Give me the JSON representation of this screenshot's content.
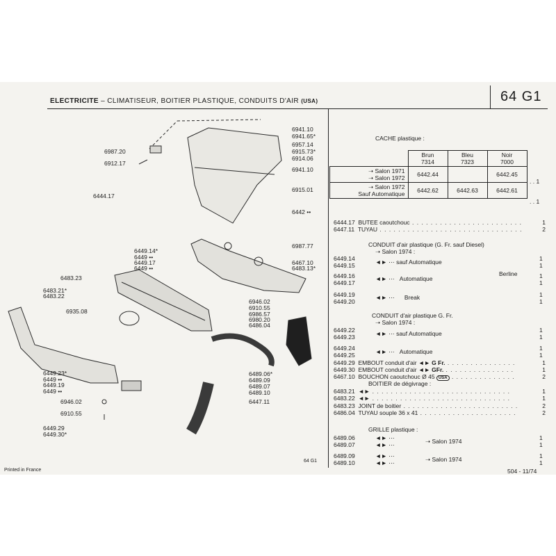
{
  "header": {
    "title_bold": "ELECTRICITE",
    "title_rest": "– CLIMATISEUR, BOITIER PLASTIQUE, CONDUITS D'AIR",
    "title_suffix": "(USA)",
    "code": "64 G1"
  },
  "diagram_labels": {
    "p6941_10": "6941.10",
    "p6941_65": "6941.65*",
    "p6957_14": "6957.14",
    "p6915_73": "6915.73*",
    "p6914_06": "6914.06",
    "p6941_10b": "6941.10",
    "p6915_01": "6915.01",
    "p6987_20": "6987.20",
    "p6912_17": "6912.17",
    "p6444_17": "6444.17",
    "p6442": "6442 ••",
    "p6449_14": "6449.14*",
    "p6449_a": "6449 ••",
    "p6449_17": "6449.17",
    "p6449_b": "6449 ••",
    "p6987_77": "6987.77",
    "p6467_10": "6467.10",
    "p6483_13": "6483.13*",
    "p6483_23": "6483.23",
    "p6483_21": "6483.21*",
    "p6483_22": "6483.22",
    "p6946_02": "6946.02",
    "p6910_55": "6910.55",
    "p6986_57": "6986.57",
    "p6980_20": "6980.20",
    "p6486_04": "6486.04",
    "p6935_08": "6935.08",
    "p6449_23": "6449.23*",
    "p6449_c": "6449 ••",
    "p6449_19": "6449.19",
    "p6449_d": "6449 ••",
    "p6489_06": "6489.06*",
    "p6489_09": "6489.09",
    "p6489_07": "6489.07",
    "p6489_10": "6489.10",
    "p6447_11": "6447.11",
    "p6946_02b": "6946.02",
    "p6910_55b": "6910.55",
    "p6449_29": "6449.29",
    "p6449_30": "6449.30*",
    "page_ref": "64 G1",
    "printed": "Printed in France"
  },
  "cache": {
    "title": "CACHE plastique :",
    "columns": [
      {
        "name": "Brun",
        "code": "7314"
      },
      {
        "name": "Bleu",
        "code": "7323"
      },
      {
        "name": "Noir",
        "code": "7000"
      }
    ],
    "rows": [
      {
        "line1": "Salon 1971",
        "line2": "Salon 1972",
        "values": [
          "6442.44",
          "",
          "6442.45"
        ],
        "qty": "1"
      },
      {
        "line1": "Salon 1972",
        "line2": "Sauf Automatique",
        "values": [
          "6442.62",
          "6442.63",
          "6442.61"
        ],
        "qty": "1"
      }
    ]
  },
  "parts": {
    "butee": {
      "ref": "6444.17",
      "desc": "BUTEE caoutchouc",
      "qty": "1"
    },
    "tuyau": {
      "ref": "6447.11",
      "desc": "TUYAU",
      "qty": "2"
    },
    "conduit1_title": "CONDUIT d'air plastique (G. Fr. sauf Diesel)",
    "conduit1_salon": "Salon 1974 :",
    "c1_rows": [
      {
        "ref": "6449.14",
        "qty": "1"
      },
      {
        "ref": "6449.15",
        "qty": "1"
      },
      {
        "ref": "6449.16",
        "qty": "1"
      },
      {
        "ref": "6449.17",
        "qty": "1"
      },
      {
        "ref": "6449.19",
        "qty": "1"
      },
      {
        "ref": "6449.20",
        "qty": "1"
      }
    ],
    "sauf_auto": "sauf Automatique",
    "automatique": "Automatique",
    "berline": "Berline",
    "break": "Break",
    "conduit2_title": "CONDUIT d'air plastique G. Fr.",
    "conduit2_salon": "Salon 1974 :",
    "c2_rows": [
      {
        "ref": "6449.22",
        "qty": "1"
      },
      {
        "ref": "6449.23",
        "qty": "1"
      },
      {
        "ref": "6449.24",
        "qty": "1"
      },
      {
        "ref": "6449.25",
        "qty": "1"
      }
    ],
    "embout1": {
      "ref": "6449.29",
      "desc": "EMBOUT conduit d'air",
      "tag": "G Fr.",
      "qty": "1"
    },
    "embout2": {
      "ref": "6449.30",
      "desc": "EMBOUT conduit d'air",
      "tag": "GFr.",
      "qty": "1"
    },
    "bouchon": {
      "ref": "6467.10",
      "desc": "BOUCHON caoutchouc Ø 45",
      "tag": "USA",
      "qty": "2"
    },
    "boitier_title": "BOITIER de dégivrage :",
    "boitier_rows": [
      {
        "ref": "6483.21",
        "qty": "1"
      },
      {
        "ref": "6483.22",
        "qty": "1"
      }
    ],
    "joint": {
      "ref": "6483.23",
      "desc": "JOINT de boitier",
      "qty": "2"
    },
    "tuyau2": {
      "ref": "6486.04",
      "desc": "TUYAU souple 36 x 41",
      "qty": "2"
    },
    "grille_title": "GRILLE plastique :",
    "grille_rows": [
      {
        "ref": "6489.06",
        "qty": "1"
      },
      {
        "ref": "6489.07",
        "qty": "1"
      },
      {
        "ref": "6489.09",
        "qty": "1"
      },
      {
        "ref": "6489.10",
        "qty": "1"
      }
    ],
    "salon1974": "Salon 1974"
  },
  "footer": {
    "ref": "504 - 11/74"
  }
}
